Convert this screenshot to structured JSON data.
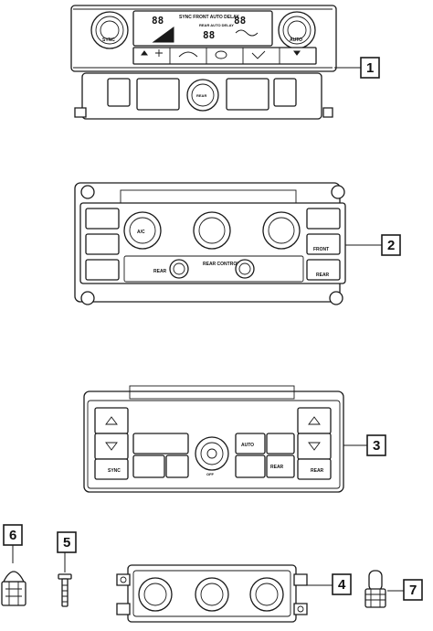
{
  "callouts": [
    "1",
    "2",
    "3",
    "4",
    "5",
    "6",
    "7"
  ],
  "panel1": {
    "display_top": "SYNC  FRONT AUTO DELAY",
    "display_rear": "REAR AUTO DELAY",
    "seg_left": "88",
    "seg_right": "88",
    "seg_mid": "88",
    "knob_left": "SYNC",
    "knob_right": "AUTO",
    "knob_center": "REAR"
  },
  "panel2": {
    "front": "FRONT",
    "rear": "REAR",
    "rear_knob": "REAR",
    "rear_controls": "REAR\nCONTROLS",
    "ac": "A/C"
  },
  "panel3": {
    "auto": "AUTO",
    "sync": "SYNC",
    "rear": "REAR",
    "rear_btn": "REAR",
    "off": "OFF"
  }
}
